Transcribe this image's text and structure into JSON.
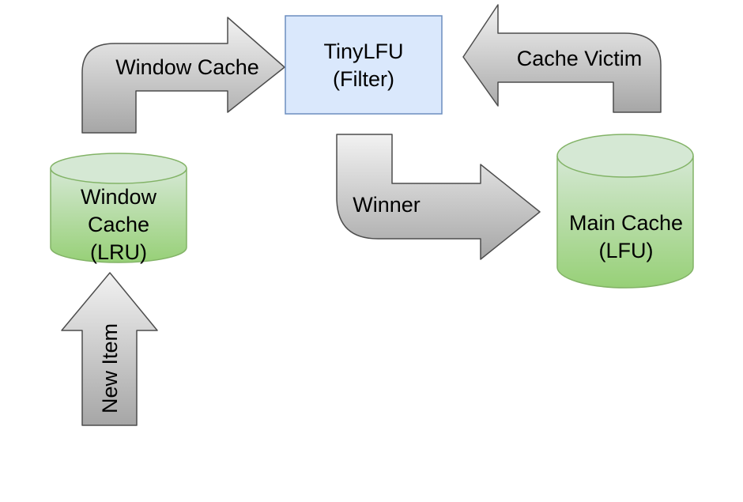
{
  "diagram": {
    "nodes": {
      "filter": {
        "lines": [
          "TinyLFU",
          "(Filter)"
        ]
      },
      "window_cache": {
        "lines": [
          "Window",
          "Cache",
          "(LRU)"
        ]
      },
      "main_cache": {
        "lines": [
          "Main Cache",
          "(LFU)"
        ]
      }
    },
    "arrows": {
      "window_to_filter": {
        "label": "Window Cache"
      },
      "victim_to_filter": {
        "label": "Cache Victim"
      },
      "filter_winner": {
        "label": "Winner"
      },
      "new_item": {
        "label": "New Item"
      }
    }
  },
  "colors": {
    "arrow_fill_top": "#f2f2f2",
    "arrow_fill_bottom": "#a6a6a6",
    "arrow_stroke": "#4d4d4d",
    "filter_fill": "#dae8fc",
    "filter_stroke": "#6c8ebf",
    "cylinder_fill_top": "#d5e8d4",
    "cylinder_fill_bottom": "#97d077",
    "cylinder_stroke": "#82b366"
  }
}
